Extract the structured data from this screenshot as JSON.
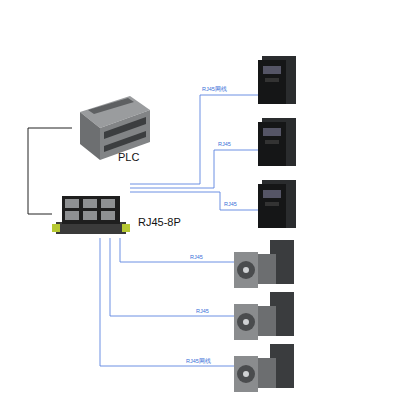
{
  "diagram": {
    "nodes": [
      {
        "text": [
          "PLC"
        ]
      },
      {
        "text": [
          "RJ45-8P"
        ]
      }
    ],
    "edges": [
      {
        "from": 0,
        "to": 1,
        "arrow": "none"
      }
    ],
    "labels": [
      "RJ45网线",
      "RJ45",
      "RJ45",
      "RJ45",
      "RJ45",
      "RJ45网线"
    ]
  }
}
